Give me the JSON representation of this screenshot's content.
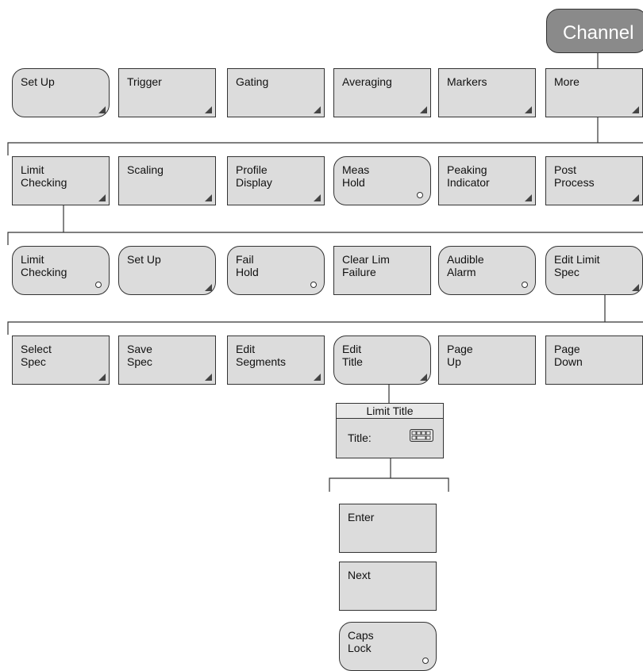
{
  "channel": {
    "label": "Channel"
  },
  "row1": [
    {
      "label": "Set Up",
      "shape": "round",
      "mark": "arrow"
    },
    {
      "label": "Trigger",
      "shape": "square",
      "mark": "arrow"
    },
    {
      "label": "Gating",
      "shape": "square",
      "mark": "arrow"
    },
    {
      "label": "Averaging",
      "shape": "square",
      "mark": "arrow"
    },
    {
      "label": "Markers",
      "shape": "square",
      "mark": "arrow"
    },
    {
      "label": "More",
      "shape": "square",
      "mark": "arrow"
    }
  ],
  "row2": [
    {
      "label": "Limit\nChecking",
      "shape": "square",
      "mark": "arrow"
    },
    {
      "label": "Scaling",
      "shape": "square",
      "mark": "arrow"
    },
    {
      "label": "Profile\nDisplay",
      "shape": "square",
      "mark": "arrow"
    },
    {
      "label": "Meas\nHold",
      "shape": "round",
      "mark": "toggle"
    },
    {
      "label": "Peaking\nIndicator",
      "shape": "square",
      "mark": "arrow"
    },
    {
      "label": "Post\nProcess",
      "shape": "square",
      "mark": "arrow"
    }
  ],
  "row3": [
    {
      "label": "Limit\nChecking",
      "shape": "round",
      "mark": "toggle"
    },
    {
      "label": "Set Up",
      "shape": "round",
      "mark": "arrow"
    },
    {
      "label": "Fail\nHold",
      "shape": "round",
      "mark": "toggle"
    },
    {
      "label": "Clear Lim\nFailure",
      "shape": "square",
      "mark": "none"
    },
    {
      "label": "Audible\nAlarm",
      "shape": "round",
      "mark": "toggle"
    },
    {
      "label": "Edit Limit\nSpec",
      "shape": "round",
      "mark": "arrow"
    }
  ],
  "row4": [
    {
      "label": "Select\nSpec",
      "shape": "square",
      "mark": "arrow"
    },
    {
      "label": "Save\nSpec",
      "shape": "square",
      "mark": "arrow"
    },
    {
      "label": "Edit\nSegments",
      "shape": "square",
      "mark": "arrow"
    },
    {
      "label": "Edit\nTitle",
      "shape": "round",
      "mark": "arrow"
    },
    {
      "label": "Page\nUp",
      "shape": "square",
      "mark": "none"
    },
    {
      "label": "Page\nDown",
      "shape": "square",
      "mark": "none"
    }
  ],
  "dialog": {
    "title": "Limit Title",
    "field_label": "Title:",
    "icon": "keyboard-icon"
  },
  "column": [
    {
      "label": "Enter",
      "shape": "square",
      "mark": "none"
    },
    {
      "label": "Next",
      "shape": "square",
      "mark": "none"
    },
    {
      "label": "Caps\nLock",
      "shape": "round",
      "mark": "toggle"
    }
  ],
  "colors": {
    "key_fill": "#dcdcdc",
    "channel_fill": "#8a8a8a",
    "line": "#333333"
  }
}
